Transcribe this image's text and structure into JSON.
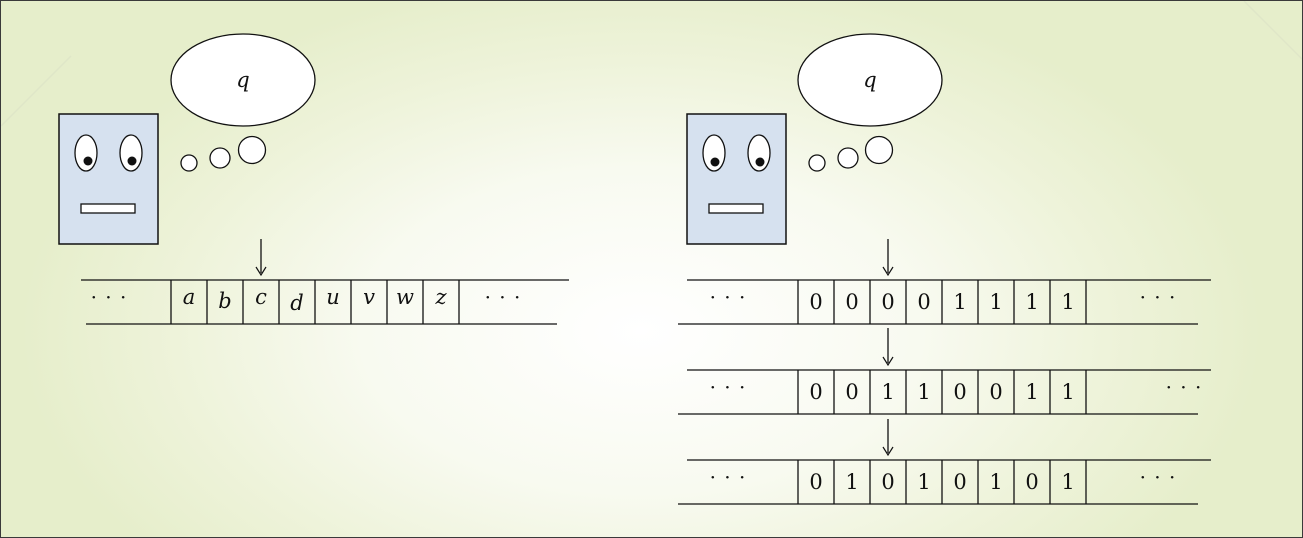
{
  "left_machine": {
    "state": "q",
    "tape": {
      "left_dots": "· · ·",
      "cells": [
        "a",
        "b",
        "c",
        "d",
        "u",
        "v",
        "w",
        "z"
      ],
      "right_dots": "· · ·",
      "head_cell": 2
    }
  },
  "right_machine": {
    "state": "q",
    "tapes": [
      {
        "left_dots": "· · ·",
        "cells": [
          "0",
          "0",
          "0",
          "0",
          "1",
          "1",
          "1",
          "1"
        ],
        "right_dots": "· · ·",
        "head_cell": 2
      },
      {
        "left_dots": "· · ·",
        "cells": [
          "0",
          "0",
          "1",
          "1",
          "0",
          "0",
          "1",
          "1"
        ],
        "right_dots": "· · ·",
        "head_cell": 2
      },
      {
        "left_dots": "· · ·",
        "cells": [
          "0",
          "1",
          "0",
          "1",
          "0",
          "1",
          "0",
          "1"
        ],
        "right_dots": "· · ·",
        "head_cell": 2
      }
    ]
  },
  "colors": {
    "robot_fill": "#d6e1ef",
    "stroke": "#111111",
    "background_accent": "#e6eecb"
  }
}
